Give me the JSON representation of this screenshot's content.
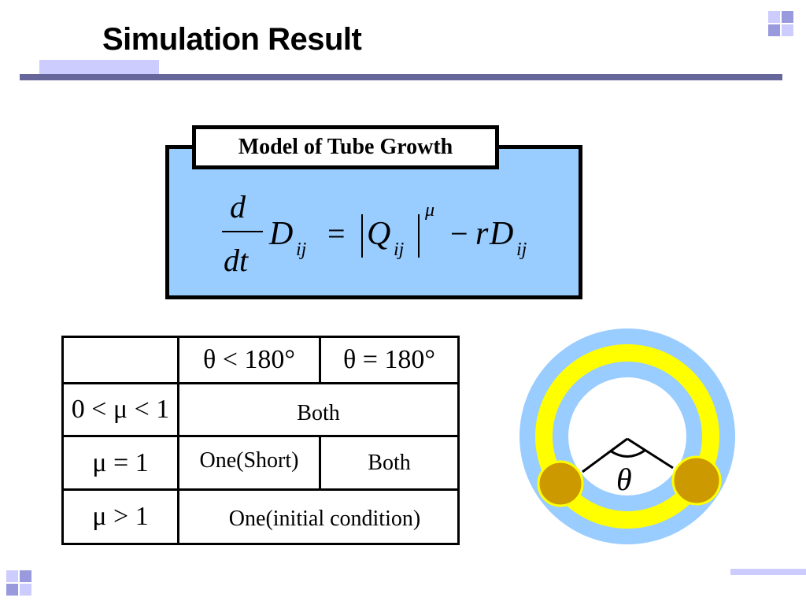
{
  "slide": {
    "title": "Simulation Result"
  },
  "model": {
    "label": "Model of Tube Growth",
    "equation": {
      "d": "d",
      "dt": "dt",
      "lhs_var": "D",
      "lhs_sub": "ij",
      "eq": "=",
      "flow_var": "Q",
      "flow_sub": "ij",
      "exponent": "μ",
      "minus": "−",
      "r": "r",
      "rhs_var": "D",
      "rhs_sub": "ij"
    }
  },
  "table": {
    "headers": [
      "",
      "θ < 180°",
      "θ = 180°"
    ],
    "rows": [
      {
        "condition": "0 < μ < 1",
        "merged": "Both"
      },
      {
        "condition": "μ = 1",
        "col1": "One(Short)",
        "col2": "Both"
      },
      {
        "condition": "μ > 1",
        "merged": "One(initial condition)"
      }
    ]
  },
  "diagram": {
    "angle_label": "θ",
    "colors": {
      "outer_ring": "#99ccff",
      "inner_ring": "#ffff00",
      "node": "#cc9900",
      "node_border": "#ffff00"
    }
  }
}
